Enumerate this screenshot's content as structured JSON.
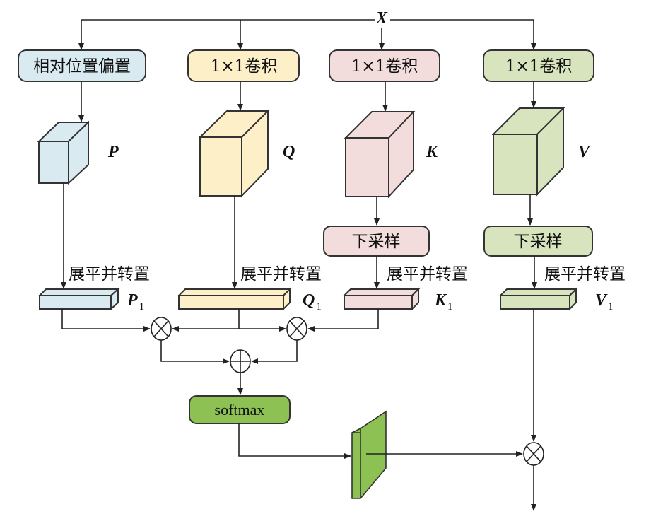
{
  "input_label": "X",
  "branches": {
    "p": {
      "op": "相对位置偏置",
      "tensor": "P",
      "flat": "P",
      "flat_sub": "1",
      "color": "#d9eaf0"
    },
    "q": {
      "op": "1×1卷积",
      "tensor": "Q",
      "flat": "Q",
      "flat_sub": "1",
      "color": "#fdefc8"
    },
    "k": {
      "op": "1×1卷积",
      "tensor": "K",
      "downsample": "下采样",
      "flat": "K",
      "flat_sub": "1",
      "color": "#f2dcdc"
    },
    "v": {
      "op": "1×1卷积",
      "tensor": "V",
      "downsample": "下采样",
      "flat": "V",
      "flat_sub": "1",
      "color": "#d7e4bd"
    }
  },
  "flatten_label": "展平并转置",
  "softmax_label": "softmax",
  "softmax_color": "#8dc153",
  "operators": {
    "multiply": "otimes",
    "add": "oplus"
  }
}
